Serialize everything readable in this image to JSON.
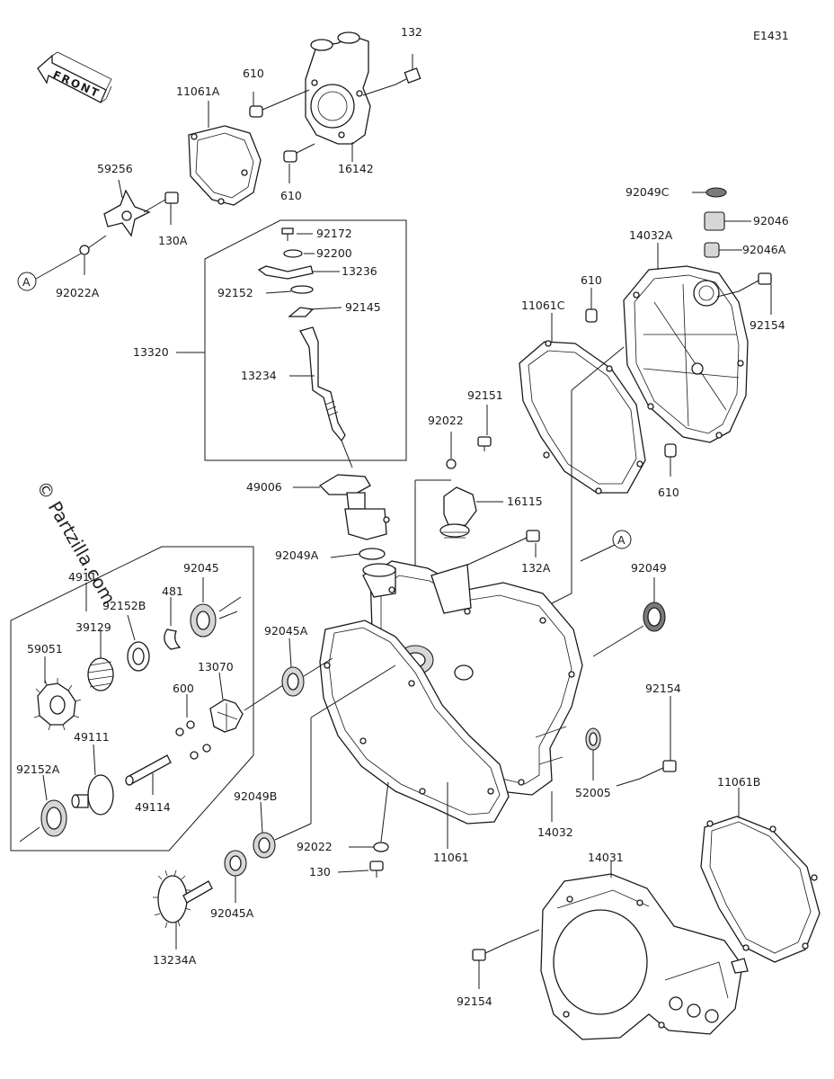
{
  "diagram_code": "E1431",
  "front_label": "FRONT",
  "watermark": "© Partzilla.com",
  "callout_a": "A",
  "parts": {
    "p132": "132",
    "p610a": "610",
    "p11061A": "11061A",
    "p16142": "16142",
    "p610b": "610",
    "p59256": "59256",
    "p130A": "130A",
    "p92022A": "92022A",
    "p92172": "92172",
    "p92200": "92200",
    "p13236": "13236",
    "p92152": "92152",
    "p92145": "92145",
    "p13320": "13320",
    "p13234": "13234",
    "p49006": "49006",
    "p92022a": "92022",
    "p92151": "92151",
    "p16115": "16115",
    "p92049A": "92049A",
    "p132A": "132A",
    "p92049C": "92049C",
    "p92046": "92046",
    "p14032A": "14032A",
    "p92046A": "92046A",
    "p610c": "610",
    "p11061C": "11061C",
    "p92154a": "92154",
    "p610d": "610",
    "p92049": "92049",
    "p4911": "4911",
    "p92045": "92045",
    "p481": "481",
    "p92152B": "92152B",
    "p39129": "39129",
    "p59051": "59051",
    "p13070": "13070",
    "p92045A": "92045A",
    "p600": "600",
    "p49111": "49111",
    "p92152A": "92152A",
    "p49114": "49114",
    "p92154b": "92154",
    "p52005": "52005",
    "p14032": "14032",
    "p11061": "11061",
    "p92022b": "92022",
    "p92049B": "92049B",
    "p130": "130",
    "p92045Ab": "92045A",
    "p13234A": "13234A",
    "p14031": "14031",
    "p11061B": "11061B",
    "p92154c": "92154"
  }
}
